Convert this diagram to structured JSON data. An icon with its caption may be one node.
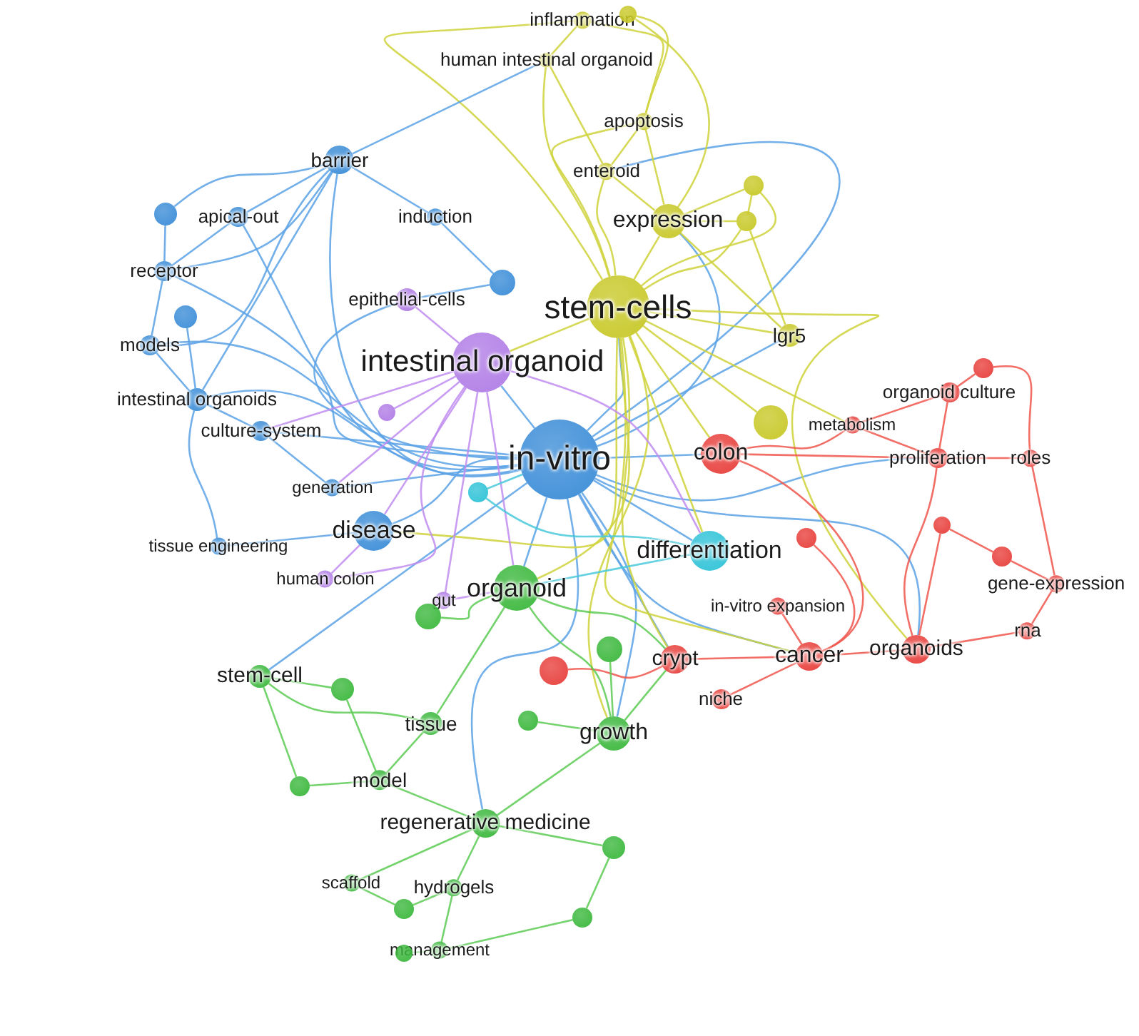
{
  "diagram": {
    "nodes": [
      {
        "text": [
          "inflammation"
        ]
      },
      {
        "text": [
          "human intestinal organoid"
        ]
      },
      {
        "text": [
          "apoptosis"
        ]
      },
      {
        "text": [
          "enteroid"
        ]
      },
      {
        "text": [
          "expression"
        ]
      },
      {
        "text": [
          "stem-cells"
        ]
      },
      {
        "text": [
          "lgr5"
        ]
      },
      {
        "text": [
          "barrier"
        ]
      },
      {
        "text": [
          "apical-out"
        ]
      },
      {
        "text": [
          "receptor"
        ]
      },
      {
        "text": [
          "induction"
        ]
      },
      {
        "text": [
          "models"
        ]
      },
      {
        "text": [
          "intestinal organoids"
        ]
      },
      {
        "text": [
          "culture-system"
        ]
      },
      {
        "text": [
          "generation"
        ]
      },
      {
        "text": [
          "tissue engineering"
        ]
      },
      {
        "text": [
          "disease"
        ]
      },
      {
        "text": [
          "in-vitro"
        ]
      },
      {
        "text": [
          "epithelial-cells"
        ]
      },
      {
        "text": [
          "intestinal organoid"
        ]
      },
      {
        "text": [
          "human colon"
        ]
      },
      {
        "text": [
          "gut"
        ]
      },
      {
        "text": [
          "differentiation"
        ]
      },
      {
        "text": [
          "organoid culture"
        ]
      },
      {
        "text": [
          "metabolism"
        ]
      },
      {
        "text": [
          "roles"
        ]
      },
      {
        "text": [
          "proliferation"
        ]
      },
      {
        "text": [
          "colon"
        ]
      },
      {
        "text": [
          "gene-expression"
        ]
      },
      {
        "text": [
          "rna"
        ]
      },
      {
        "text": [
          "in-vitro expansion"
        ]
      },
      {
        "text": [
          "crypt"
        ]
      },
      {
        "text": [
          "cancer"
        ]
      },
      {
        "text": [
          "organoids"
        ]
      },
      {
        "text": [
          "niche"
        ]
      },
      {
        "text": [
          "organoid"
        ]
      },
      {
        "text": [
          "stem-cell"
        ]
      },
      {
        "text": [
          "tissue"
        ]
      },
      {
        "text": [
          "growth"
        ]
      },
      {
        "text": [
          "model"
        ]
      },
      {
        "text": [
          "regenerative medicine"
        ]
      },
      {
        "text": [
          "scaffold"
        ]
      },
      {
        "text": [
          "hydrogels"
        ]
      },
      {
        "text": [
          "management"
        ]
      },
      {
        "text": [],
        "shape": "circle"
      },
      {
        "text": [],
        "shape": "circle"
      },
      {
        "text": [],
        "shape": "circle"
      },
      {
        "text": [],
        "shape": "circle"
      },
      {
        "text": [],
        "shape": "circle"
      },
      {
        "text": [],
        "shape": "circle"
      },
      {
        "text": [],
        "shape": "circle"
      },
      {
        "text": [],
        "shape": "circle"
      },
      {
        "text": [],
        "shape": "circle"
      },
      {
        "text": [],
        "shape": "circle"
      },
      {
        "text": [],
        "shape": "circle"
      },
      {
        "text": [],
        "shape": "circle"
      },
      {
        "text": [],
        "shape": "circle"
      },
      {
        "text": [],
        "shape": "circle"
      },
      {
        "text": [],
        "shape": "circle"
      },
      {
        "text": [],
        "shape": "circle"
      },
      {
        "text": [],
        "shape": "circle"
      },
      {
        "text": [],
        "shape": "circle"
      },
      {
        "text": [],
        "shape": "circle"
      },
      {
        "text": [],
        "shape": "circle"
      },
      {
        "text": [],
        "shape": "circle"
      },
      {
        "text": [],
        "shape": "circle"
      },
      {
        "text": [],
        "shape": "circle"
      }
    ],
    "edges": [
      {
        "from": 17,
        "to": 5,
        "arrow": "none",
        "color": "#5aa2e6"
      },
      {
        "from": 17,
        "to": 19,
        "arrow": "none",
        "color": "#5aa2e6"
      },
      {
        "from": 17,
        "to": 4,
        "arrow": "none",
        "color": "#5aa2e6"
      },
      {
        "from": 17,
        "to": 7,
        "arrow": "none",
        "color": "#5aa2e6"
      },
      {
        "from": 17,
        "to": 16,
        "arrow": "none",
        "color": "#5aa2e6"
      },
      {
        "from": 17,
        "to": 22,
        "arrow": "none",
        "color": "#5aa2e6"
      },
      {
        "from": 17,
        "to": 27,
        "arrow": "none",
        "color": "#5aa2e6"
      },
      {
        "from": 17,
        "to": 31,
        "arrow": "none",
        "color": "#5aa2e6"
      },
      {
        "from": 17,
        "to": 32,
        "arrow": "none",
        "color": "#5aa2e6"
      },
      {
        "from": 17,
        "to": 35,
        "arrow": "none",
        "color": "#5aa2e6"
      },
      {
        "from": 17,
        "to": 36,
        "arrow": "none",
        "color": "#5aa2e6"
      },
      {
        "from": 17,
        "to": 38,
        "arrow": "none",
        "color": "#5aa2e6"
      },
      {
        "from": 17,
        "to": 40,
        "arrow": "none",
        "color": "#5aa2e6"
      },
      {
        "from": 17,
        "to": 12,
        "arrow": "none",
        "color": "#5aa2e6"
      },
      {
        "from": 17,
        "to": 18,
        "arrow": "none",
        "color": "#5aa2e6"
      },
      {
        "from": 17,
        "to": 13,
        "arrow": "none",
        "color": "#5aa2e6"
      },
      {
        "from": 17,
        "to": 14,
        "arrow": "none",
        "color": "#5aa2e6"
      },
      {
        "from": 17,
        "to": 11,
        "arrow": "none",
        "color": "#5aa2e6"
      },
      {
        "from": 17,
        "to": 9,
        "arrow": "none",
        "color": "#5aa2e6"
      },
      {
        "from": 17,
        "to": 8,
        "arrow": "none",
        "color": "#5aa2e6"
      },
      {
        "from": 17,
        "to": 3,
        "arrow": "none",
        "color": "#5aa2e6"
      },
      {
        "from": 17,
        "to": 6,
        "arrow": "none",
        "color": "#5aa2e6"
      },
      {
        "from": 17,
        "to": 33,
        "arrow": "none",
        "color": "#5aa2e6"
      },
      {
        "from": 17,
        "to": 26,
        "arrow": "none",
        "color": "#5aa2e6"
      },
      {
        "from": 5,
        "to": 4,
        "arrow": "none",
        "color": "#cfd23a"
      },
      {
        "from": 5,
        "to": 3,
        "arrow": "none",
        "color": "#cfd23a"
      },
      {
        "from": 5,
        "to": 2,
        "arrow": "none",
        "color": "#cfd23a"
      },
      {
        "from": 5,
        "to": 6,
        "arrow": "none",
        "color": "#cfd23a"
      },
      {
        "from": 5,
        "to": 1,
        "arrow": "none",
        "color": "#cfd23a"
      },
      {
        "from": 5,
        "to": 0,
        "arrow": "none",
        "color": "#cfd23a"
      },
      {
        "from": 5,
        "to": 19,
        "arrow": "none",
        "color": "#cfd23a"
      },
      {
        "from": 5,
        "to": 22,
        "arrow": "none",
        "color": "#cfd23a"
      },
      {
        "from": 5,
        "to": 27,
        "arrow": "none",
        "color": "#cfd23a"
      },
      {
        "from": 5,
        "to": 35,
        "arrow": "none",
        "color": "#cfd23a"
      },
      {
        "from": 5,
        "to": 38,
        "arrow": "none",
        "color": "#cfd23a"
      },
      {
        "from": 5,
        "to": 31,
        "arrow": "none",
        "color": "#cfd23a"
      },
      {
        "from": 5,
        "to": 32,
        "arrow": "none",
        "color": "#cfd23a"
      },
      {
        "from": 5,
        "to": 33,
        "arrow": "none",
        "color": "#cfd23a"
      },
      {
        "from": 5,
        "to": 16,
        "arrow": "none",
        "color": "#cfd23a"
      },
      {
        "from": 5,
        "to": 46,
        "arrow": "none",
        "color": "#cfd23a"
      },
      {
        "from": 5,
        "to": 44,
        "arrow": "none",
        "color": "#cfd23a"
      },
      {
        "from": 5,
        "to": 45,
        "arrow": "none",
        "color": "#cfd23a"
      },
      {
        "from": 5,
        "to": 24,
        "arrow": "none",
        "color": "#cfd23a"
      },
      {
        "from": 19,
        "to": 18,
        "arrow": "none",
        "color": "#c08cf0"
      },
      {
        "from": 19,
        "to": 20,
        "arrow": "none",
        "color": "#c08cf0"
      },
      {
        "from": 19,
        "to": 21,
        "arrow": "none",
        "color": "#c08cf0"
      },
      {
        "from": 19,
        "to": 16,
        "arrow": "none",
        "color": "#c08cf0"
      },
      {
        "from": 19,
        "to": 22,
        "arrow": "none",
        "color": "#c08cf0"
      },
      {
        "from": 19,
        "to": 35,
        "arrow": "none",
        "color": "#c08cf0"
      },
      {
        "from": 19,
        "to": 50,
        "arrow": "none",
        "color": "#c08cf0"
      },
      {
        "from": 19,
        "to": 14,
        "arrow": "none",
        "color": "#c08cf0"
      },
      {
        "from": 19,
        "to": 13,
        "arrow": "none",
        "color": "#c08cf0"
      },
      {
        "from": 0,
        "to": 1,
        "arrow": "none",
        "color": "#cfd23a"
      },
      {
        "from": 0,
        "to": 2,
        "arrow": "none",
        "color": "#cfd23a"
      },
      {
        "from": 66,
        "to": 2,
        "arrow": "none",
        "color": "#cfd23a"
      },
      {
        "from": 66,
        "to": 4,
        "arrow": "none",
        "color": "#cfd23a"
      },
      {
        "from": 1,
        "to": 3,
        "arrow": "none",
        "color": "#cfd23a"
      },
      {
        "from": 2,
        "to": 3,
        "arrow": "none",
        "color": "#cfd23a"
      },
      {
        "from": 2,
        "to": 4,
        "arrow": "none",
        "color": "#cfd23a"
      },
      {
        "from": 3,
        "to": 4,
        "arrow": "none",
        "color": "#cfd23a"
      },
      {
        "from": 4,
        "to": 44,
        "arrow": "none",
        "color": "#cfd23a"
      },
      {
        "from": 4,
        "to": 45,
        "arrow": "none",
        "color": "#cfd23a"
      },
      {
        "from": 44,
        "to": 45,
        "arrow": "none",
        "color": "#cfd23a"
      },
      {
        "from": 4,
        "to": 6,
        "arrow": "none",
        "color": "#cfd23a"
      },
      {
        "from": 45,
        "to": 6,
        "arrow": "none",
        "color": "#cfd23a"
      },
      {
        "from": 7,
        "to": 8,
        "arrow": "none",
        "color": "#5aa2e6"
      },
      {
        "from": 7,
        "to": 9,
        "arrow": "none",
        "color": "#5aa2e6"
      },
      {
        "from": 7,
        "to": 10,
        "arrow": "none",
        "color": "#5aa2e6"
      },
      {
        "from": 7,
        "to": 11,
        "arrow": "none",
        "color": "#5aa2e6"
      },
      {
        "from": 7,
        "to": 12,
        "arrow": "none",
        "color": "#5aa2e6"
      },
      {
        "from": 7,
        "to": 1,
        "arrow": "none",
        "color": "#5aa2e6"
      },
      {
        "from": 8,
        "to": 9,
        "arrow": "none",
        "color": "#5aa2e6"
      },
      {
        "from": 9,
        "to": 11,
        "arrow": "none",
        "color": "#5aa2e6"
      },
      {
        "from": 11,
        "to": 12,
        "arrow": "none",
        "color": "#5aa2e6"
      },
      {
        "from": 12,
        "to": 13,
        "arrow": "none",
        "color": "#5aa2e6"
      },
      {
        "from": 13,
        "to": 14,
        "arrow": "none",
        "color": "#5aa2e6"
      },
      {
        "from": 12,
        "to": 15,
        "arrow": "none",
        "color": "#5aa2e6"
      },
      {
        "from": 15,
        "to": 16,
        "arrow": "none",
        "color": "#5aa2e6"
      },
      {
        "from": 7,
        "to": 47,
        "arrow": "none",
        "color": "#5aa2e6"
      },
      {
        "from": 47,
        "to": 9,
        "arrow": "none",
        "color": "#5aa2e6"
      },
      {
        "from": 48,
        "to": 12,
        "arrow": "none",
        "color": "#5aa2e6"
      },
      {
        "from": 49,
        "to": 18,
        "arrow": "none",
        "color": "#5aa2e6"
      },
      {
        "from": 10,
        "to": 49,
        "arrow": "none",
        "color": "#5aa2e6"
      },
      {
        "from": 23,
        "to": 56,
        "arrow": "none",
        "color": "#f0564c"
      },
      {
        "from": 23,
        "to": 26,
        "arrow": "none",
        "color": "#f0564c"
      },
      {
        "from": 56,
        "to": 25,
        "arrow": "none",
        "color": "#f0564c"
      },
      {
        "from": 25,
        "to": 28,
        "arrow": "none",
        "color": "#f0564c"
      },
      {
        "from": 25,
        "to": 26,
        "arrow": "none",
        "color": "#f0564c"
      },
      {
        "from": 28,
        "to": 29,
        "arrow": "none",
        "color": "#f0564c"
      },
      {
        "from": 29,
        "to": 33,
        "arrow": "none",
        "color": "#f0564c"
      },
      {
        "from": 28,
        "to": 54,
        "arrow": "none",
        "color": "#f0564c"
      },
      {
        "from": 54,
        "to": 53,
        "arrow": "none",
        "color": "#f0564c"
      },
      {
        "from": 26,
        "to": 24,
        "arrow": "none",
        "color": "#f0564c"
      },
      {
        "from": 26,
        "to": 33,
        "arrow": "none",
        "color": "#f0564c"
      },
      {
        "from": 32,
        "to": 33,
        "arrow": "none",
        "color": "#f0564c"
      },
      {
        "from": 31,
        "to": 32,
        "arrow": "none",
        "color": "#f0564c"
      },
      {
        "from": 32,
        "to": 34,
        "arrow": "none",
        "color": "#f0564c"
      },
      {
        "from": 27,
        "to": 32,
        "arrow": "none",
        "color": "#f0564c"
      },
      {
        "from": 27,
        "to": 26,
        "arrow": "none",
        "color": "#f0564c"
      },
      {
        "from": 30,
        "to": 32,
        "arrow": "none",
        "color": "#f0564c"
      },
      {
        "from": 52,
        "to": 32,
        "arrow": "none",
        "color": "#f0564c"
      },
      {
        "from": 53,
        "to": 33,
        "arrow": "none",
        "color": "#f0564c"
      },
      {
        "from": 55,
        "to": 31,
        "arrow": "none",
        "color": "#f0564c"
      },
      {
        "from": 27,
        "to": 24,
        "arrow": "none",
        "color": "#f0564c"
      },
      {
        "from": 23,
        "to": 24,
        "arrow": "none",
        "color": "#f0564c"
      },
      {
        "from": 35,
        "to": 38,
        "arrow": "none",
        "color": "#5dcb55"
      },
      {
        "from": 35,
        "to": 37,
        "arrow": "none",
        "color": "#5dcb55"
      },
      {
        "from": 36,
        "to": 37,
        "arrow": "none",
        "color": "#5dcb55"
      },
      {
        "from": 37,
        "to": 39,
        "arrow": "none",
        "color": "#5dcb55"
      },
      {
        "from": 39,
        "to": 40,
        "arrow": "none",
        "color": "#5dcb55"
      },
      {
        "from": 40,
        "to": 41,
        "arrow": "none",
        "color": "#5dcb55"
      },
      {
        "from": 40,
        "to": 42,
        "arrow": "none",
        "color": "#5dcb55"
      },
      {
        "from": 42,
        "to": 43,
        "arrow": "none",
        "color": "#5dcb55"
      },
      {
        "from": 43,
        "to": 63,
        "arrow": "none",
        "color": "#5dcb55"
      },
      {
        "from": 41,
        "to": 62,
        "arrow": "none",
        "color": "#5dcb55"
      },
      {
        "from": 40,
        "to": 64,
        "arrow": "none",
        "color": "#5dcb55"
      },
      {
        "from": 64,
        "to": 65,
        "arrow": "none",
        "color": "#5dcb55"
      },
      {
        "from": 38,
        "to": 40,
        "arrow": "none",
        "color": "#5dcb55"
      },
      {
        "from": 36,
        "to": 59,
        "arrow": "none",
        "color": "#5dcb55"
      },
      {
        "from": 59,
        "to": 39,
        "arrow": "none",
        "color": "#5dcb55"
      },
      {
        "from": 61,
        "to": 39,
        "arrow": "none",
        "color": "#5dcb55"
      },
      {
        "from": 61,
        "to": 36,
        "arrow": "none",
        "color": "#5dcb55"
      },
      {
        "from": 60,
        "to": 38,
        "arrow": "none",
        "color": "#5dcb55"
      },
      {
        "from": 58,
        "to": 38,
        "arrow": "none",
        "color": "#5dcb55"
      },
      {
        "from": 57,
        "to": 35,
        "arrow": "none",
        "color": "#5dcb55"
      },
      {
        "from": 38,
        "to": 31,
        "arrow": "none",
        "color": "#5dcb55"
      },
      {
        "from": 35,
        "to": 31,
        "arrow": "none",
        "color": "#5dcb55"
      },
      {
        "from": 65,
        "to": 43,
        "arrow": "none",
        "color": "#5dcb55"
      },
      {
        "from": 62,
        "to": 42,
        "arrow": "none",
        "color": "#5dcb55"
      },
      {
        "from": 22,
        "to": 51,
        "arrow": "none",
        "color": "#49c9da"
      },
      {
        "from": 22,
        "to": 35,
        "arrow": "none",
        "color": "#49c9da"
      },
      {
        "from": 51,
        "to": 17,
        "arrow": "none",
        "color": "#49c9da"
      },
      {
        "from": 20,
        "to": 16,
        "arrow": "none",
        "color": "#c08cf0"
      },
      {
        "from": 21,
        "to": 35,
        "arrow": "none",
        "color": "#c08cf0"
      }
    ]
  }
}
